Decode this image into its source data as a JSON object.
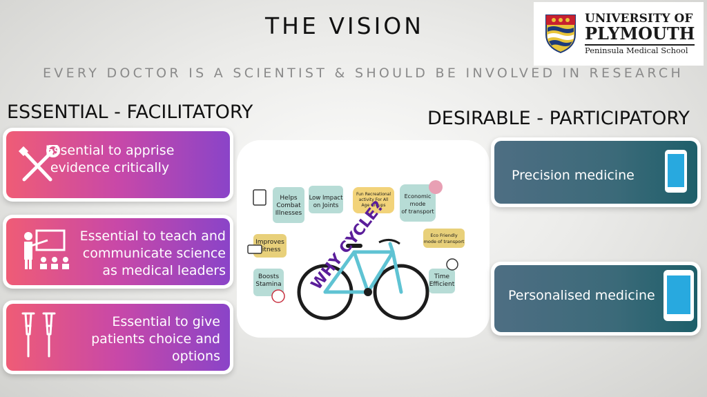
{
  "slide": {
    "title": "THE VISION",
    "subtitle": "EVERY DOCTOR IS A SCIENTIST & SHOULD BE INVOLVED IN RESEARCH"
  },
  "logo": {
    "line1": "UNIVERSITY OF",
    "line2": "PLYMOUTH",
    "line3": "Peninsula Medical School"
  },
  "left": {
    "heading": "ESSENTIAL - FACILITATORY",
    "cards": [
      {
        "icon": "tools-icon",
        "lines": [
          "Essential to apprise",
          "evidence critically"
        ]
      },
      {
        "icon": "teacher-icon",
        "lines": [
          "Essential to teach and",
          "communicate science",
          "as medical leaders"
        ]
      },
      {
        "icon": "crutches-icon",
        "lines": [
          "Essential to give",
          "patients  choice and",
          "options"
        ]
      }
    ]
  },
  "right": {
    "heading": "DESIRABLE - PARTICIPATORY",
    "cards": [
      {
        "icon": "smartphone-icon",
        "label": "Precision  medicine"
      },
      {
        "icon": "smartphone-icon",
        "label": "Personalised medicine"
      }
    ]
  },
  "center": {
    "headline": "WHY CYCLE?",
    "bubbles": {
      "helps": "Helps Combat Illnesses",
      "low_impact": "Low Impact on Joints",
      "fun": "Fun Recreational activity For All Age Groups",
      "economic": "Economic mode of transport",
      "eco": "Eco Friendly mode of transport",
      "fitness": "Improves Fitness",
      "stamina": "Boosts Stamina",
      "time": "Time Efficient"
    },
    "colors": {
      "headline": "#5a1d9a",
      "bike_frame": "#5fc3d3",
      "bubble": "#b7dcd6"
    }
  }
}
